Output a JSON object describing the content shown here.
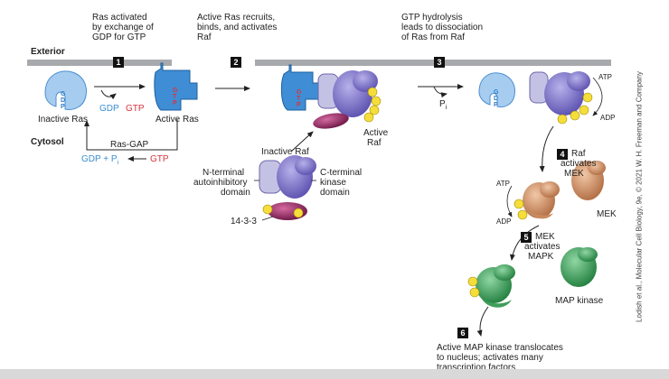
{
  "labels": {
    "exterior": "Exterior",
    "cytosol": "Cytosol",
    "inactive_ras": "Inactive Ras",
    "active_ras": "Active Ras",
    "gdp": "GDP",
    "gtp": "GTP",
    "ras_gap": "Ras-GAP",
    "gdp_pi": "GDP + P",
    "pi": "P",
    "pi_sub": "i",
    "inactive_raf": "Inactive Raf",
    "active_raf_1": "Active",
    "active_raf_2": "Raf",
    "n_term_1": "N-terminal",
    "n_term_2": "autoinhibitory",
    "n_term_3": "domain",
    "c_term_1": "C-terminal",
    "c_term_2": "kinase",
    "c_term_3": "domain",
    "protein_1433": "14-3-3",
    "atp": "ATP",
    "adp": "ADP",
    "mek": "MEK",
    "map_kinase": "MAP kinase"
  },
  "steps": [
    {
      "num": "1",
      "lines": [
        "Ras activated",
        "by exchange of",
        "GDP for GTP"
      ]
    },
    {
      "num": "2",
      "lines": [
        "Active Ras recruits,",
        "binds, and activates",
        "Raf"
      ]
    },
    {
      "num": "3",
      "lines": [
        "GTP hydrolysis",
        "leads to dissociation",
        "of Ras from Raf"
      ]
    },
    {
      "num": "4",
      "lines": [
        "Raf",
        "activates",
        "MEK"
      ]
    },
    {
      "num": "5",
      "lines": [
        "MEK",
        "activates",
        "MAPK"
      ]
    },
    {
      "num": "6",
      "lines": [
        "Active MAP kinase translocates",
        "to nucleus; activates many",
        "transcription factors"
      ]
    }
  ],
  "credit": "Lodish et al., Molecular Cell Biology, 9e, © 2021 W. H. Freeman and Company",
  "colors": {
    "ras_light": "#7fb6e2",
    "ras_active": "#2f7fc6",
    "raf_purple": "#7e74c4",
    "raf_nterm": "#c4c2e4",
    "protein_1433": "#9b2a63",
    "mek": "#c98a5e",
    "mapk": "#3e9e5a",
    "phosphate": "#f5de3a"
  }
}
